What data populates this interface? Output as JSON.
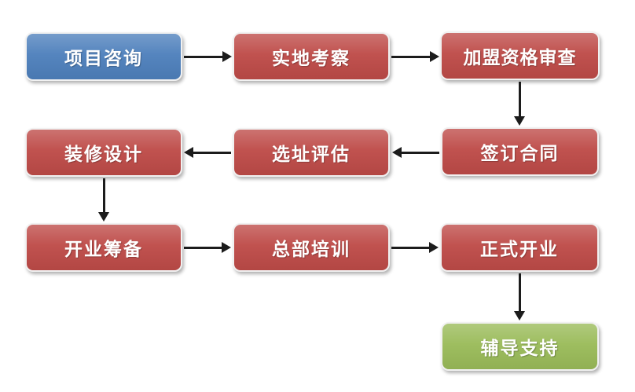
{
  "diagram": {
    "type": "flowchart",
    "description_visible": false
  },
  "colors": {
    "blue": "#4E80BC",
    "red": "#BE4B48",
    "green": "#9ABB59",
    "arrow": "#1C1C1C",
    "text": "#FFFFFF",
    "background": "#FFFFFF"
  },
  "nodes": [
    {
      "label": "项目咨询",
      "fill": "blue"
    },
    {
      "label": "实地考察",
      "fill": "red"
    },
    {
      "label": "加盟资格审查",
      "fill": "red"
    },
    {
      "label": "签订合同",
      "fill": "red"
    },
    {
      "label": "选址评估",
      "fill": "red"
    },
    {
      "label": "装修设计",
      "fill": "red"
    },
    {
      "label": "开业筹备",
      "fill": "red"
    },
    {
      "label": "总部培训",
      "fill": "red"
    },
    {
      "label": "正式开业",
      "fill": "red"
    },
    {
      "label": "辅导支持",
      "fill": "green"
    }
  ],
  "edges": [
    {
      "from": "项目咨询",
      "to": "实地考察",
      "direction": "right"
    },
    {
      "from": "实地考察",
      "to": "加盟资格审查",
      "direction": "right"
    },
    {
      "from": "加盟资格审查",
      "to": "签订合同",
      "direction": "down"
    },
    {
      "from": "签订合同",
      "to": "选址评估",
      "direction": "left"
    },
    {
      "from": "选址评估",
      "to": "装修设计",
      "direction": "left"
    },
    {
      "from": "装修设计",
      "to": "开业筹备",
      "direction": "down"
    },
    {
      "from": "开业筹备",
      "to": "总部培训",
      "direction": "right"
    },
    {
      "from": "总部培训",
      "to": "正式开业",
      "direction": "right"
    },
    {
      "from": "正式开业",
      "to": "辅导支持",
      "direction": "down"
    }
  ]
}
